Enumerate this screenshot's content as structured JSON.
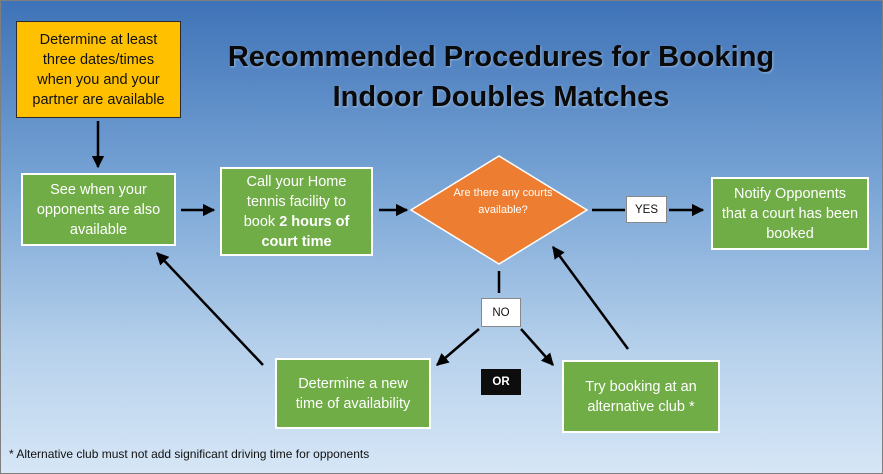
{
  "title": {
    "line1": "Recommended Procedures for Booking",
    "line2": "Indoor Doubles Matches"
  },
  "nodes": {
    "determine_dates": "Determine at least three dates/times when you and your partner are available",
    "see_opponents": "See when your opponents are also available",
    "call_home_pre": "Call your Home tennis facility to book ",
    "call_home_bold": "2 hours of court time",
    "decision": "Are there any courts available?",
    "notify": "Notify Opponents that a court has been booked",
    "new_time": "Determine a new time of availability",
    "alt_club": "Try booking at an alternative club *"
  },
  "labels": {
    "yes": "YES",
    "no": "NO",
    "or": "OR"
  },
  "footnote": "* Alternative club must not add significant driving time for opponents",
  "colors": {
    "green": "#70ad47",
    "yellow": "#ffc000",
    "orange": "#ed7d31"
  }
}
